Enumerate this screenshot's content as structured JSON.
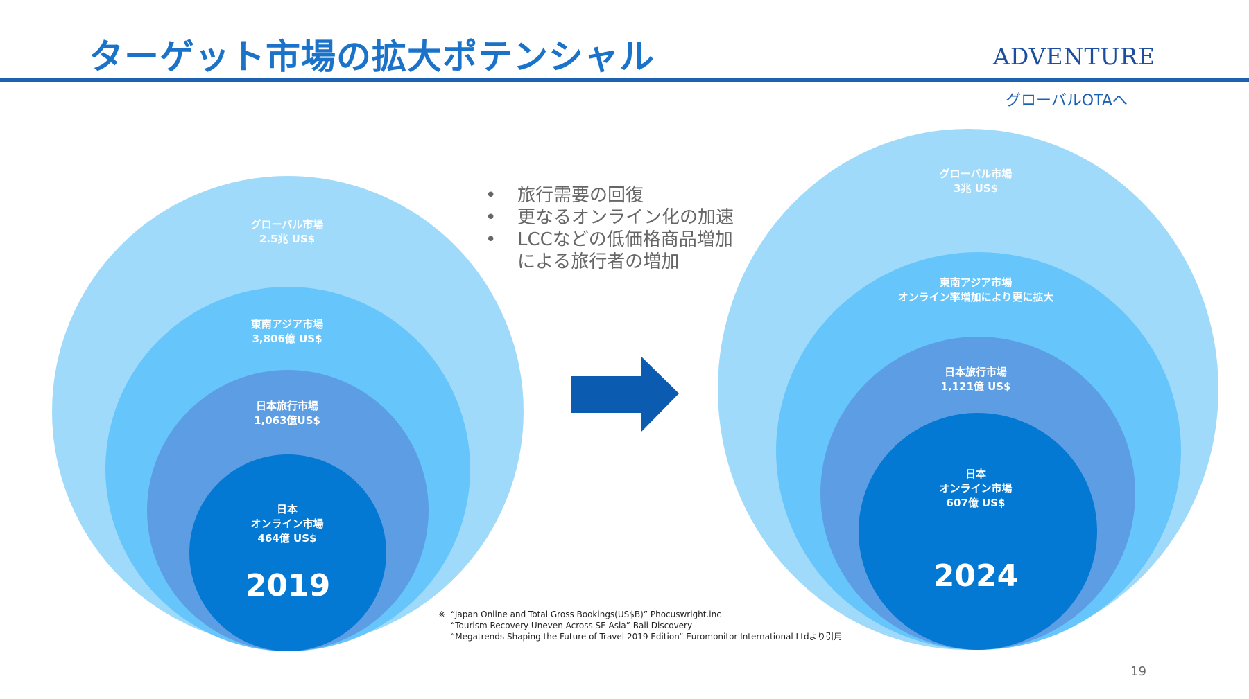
{
  "header": {
    "title": "ターゲット市場の拡大ポテンシャル",
    "logo": "ADVENTURE",
    "subtitle": "グローバルOTAへ"
  },
  "left_diagram": {
    "year": "2019",
    "global": {
      "line1": "グローバル市場",
      "line2": "2.5兆 US$"
    },
    "sea": {
      "line1": "東南アジア市場",
      "line2": "3,806億 US$"
    },
    "japan_travel": {
      "line1": "日本旅行市場",
      "line2": "1,063億US$"
    },
    "japan_online": {
      "line1": "日本",
      "line2": "オンライン市場",
      "line3": "464億 US$"
    }
  },
  "right_diagram": {
    "year": "2024",
    "global": {
      "line1": "グローバル市場",
      "line2": "3兆 US$"
    },
    "sea": {
      "line1": "東南アジア市場",
      "line2": "オンライン率増加により更に拡大"
    },
    "japan_travel": {
      "line1": "日本旅行市場",
      "line2": "1,121億 US$"
    },
    "japan_online": {
      "line1": "日本",
      "line2": "オンライン市場",
      "line3": "607億 US$"
    }
  },
  "bullets": {
    "bullet_char": "•",
    "items": [
      {
        "line1": "旅行需要の回復"
      },
      {
        "line1": "更なるオンライン化の加速"
      },
      {
        "line1": "LCCなどの低価格商品増加",
        "line2": "による旅行者の増加"
      }
    ]
  },
  "footnote": {
    "mark": "※",
    "lines": [
      "“Japan Online and Total Gross Bookings(US$B)” Phocuswright.inc",
      "“Tourism Recovery Uneven Across SE Asia” Bali Discovery",
      "“Megatrends Shaping the Future of Travel 2019 Edition” Euromonitor International Ltdより引用"
    ]
  },
  "page_number": "19",
  "colors": {
    "title": "#1a73c9",
    "rule": "#1d61b3",
    "circle_global": "#9fdafb",
    "circle_sea": "#66c5fb",
    "circle_japan_travel": "#5d9de3",
    "circle_japan_online": "#0479d3",
    "arrow": "#0b5bb0"
  }
}
